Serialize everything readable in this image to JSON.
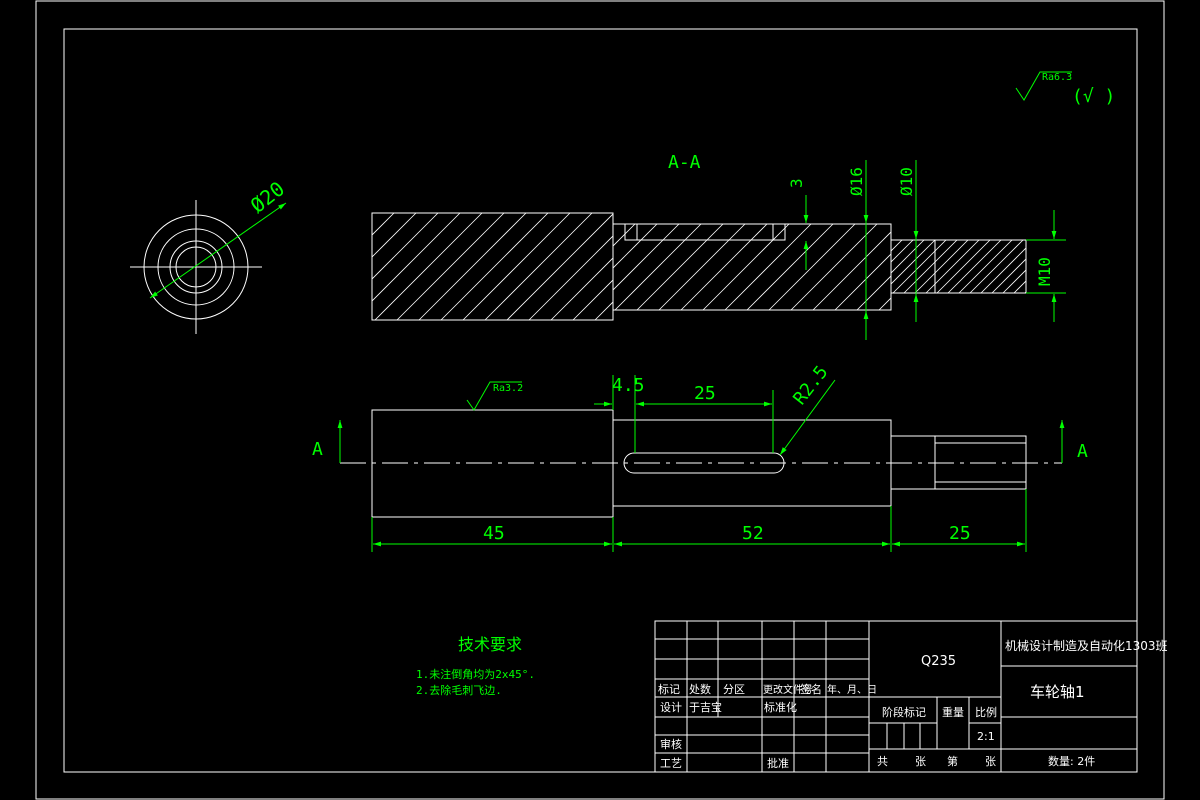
{
  "colors": {
    "background": "#000000",
    "geometry": "#ffffff",
    "dimension": "#00ff00"
  },
  "section_title": "A-A",
  "section_marks": {
    "left": "A",
    "right": "A"
  },
  "roughness": {
    "general": "Ra6.3",
    "general_symbol": "(√ )",
    "surface": "Ra3.2"
  },
  "dimensions": {
    "diameter_end_view": "Ø20",
    "keyway_depth": "3",
    "dia_16": "Ø16",
    "dia_10": "Ø10",
    "thread": "M10",
    "keyway_offset": "4.5",
    "keyway_length": "25",
    "keyway_radius": "R2.5",
    "len_1": "45",
    "len_2": "52",
    "len_3": "25"
  },
  "tech_requirements": {
    "title": "技术要求",
    "items": [
      "1.未注倒角均为2x45°.",
      "2.去除毛刺飞边."
    ]
  },
  "title_block": {
    "material": "Q235",
    "school": "机械设计制造及自动化1303班",
    "part_name": "车轮轴1",
    "headers": [
      "标记",
      "处数",
      "分区",
      "更改文件号",
      "签名",
      "年、月、日"
    ],
    "design_label": "设计",
    "designer": "于吉宝",
    "standardize_label": "标准化",
    "review_label": "审核",
    "process_label": "工艺",
    "approve_label": "批准",
    "stage_label": "阶段标记",
    "weight_label": "重量",
    "scale_label": "比例",
    "scale": "2:1",
    "sheets_total": "共",
    "sheets_unit": "张",
    "sheet_no": "第",
    "sheet_unit2": "张",
    "quantity": "数量: 2件"
  }
}
